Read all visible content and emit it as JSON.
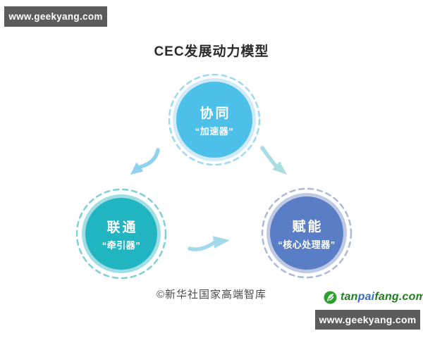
{
  "watermark_top_left": {
    "text": "www.geekyang.com",
    "bg": "#5C5C5C",
    "color": "#FFFFFF"
  },
  "title": {
    "text": "CEC发展动力模型",
    "color": "#2A2A2A"
  },
  "nodes": [
    {
      "id": "xietong",
      "line1": "协同",
      "line2": "“加速器”",
      "colors": {
        "fill": "#4DC0E9",
        "halo": "#CFEBF9",
        "dash": "#9ED8F1"
      }
    },
    {
      "id": "liantong",
      "line1": "联通",
      "line2": "“牵引器”",
      "colors": {
        "fill": "#21B5C2",
        "halo": "#9FDEE3",
        "dash": "#7ED0D7"
      }
    },
    {
      "id": "funeng",
      "line1": "赋能",
      "line2": "“核心处理器”",
      "colors": {
        "fill": "#5A7EC6",
        "halo": "#BFC9E3",
        "dash": "#AEB9D8"
      }
    }
  ],
  "arrows": {
    "top_to_left": {
      "color": "#8FD2F0"
    },
    "top_to_right": {
      "color": "#A9DDE2"
    },
    "left_to_right": {
      "color": "#A3DAEA"
    }
  },
  "copyright": {
    "text": "©新华社国家高端智库",
    "color": "#4A4A4A"
  },
  "logo": {
    "icon": "tanpaifang-leaf-icon",
    "icon_color": "#2E9E2E",
    "parts": [
      {
        "text": "tan",
        "color": "#1F7D1F"
      },
      {
        "text": "pai",
        "color": "#3A6BC4"
      },
      {
        "text": "fang.com",
        "color": "#1F7D1F"
      }
    ]
  },
  "watermark_bottom_right": {
    "text": "www.geekyang.com",
    "bg": "#5C5C5C",
    "color": "#FFFFFF"
  }
}
